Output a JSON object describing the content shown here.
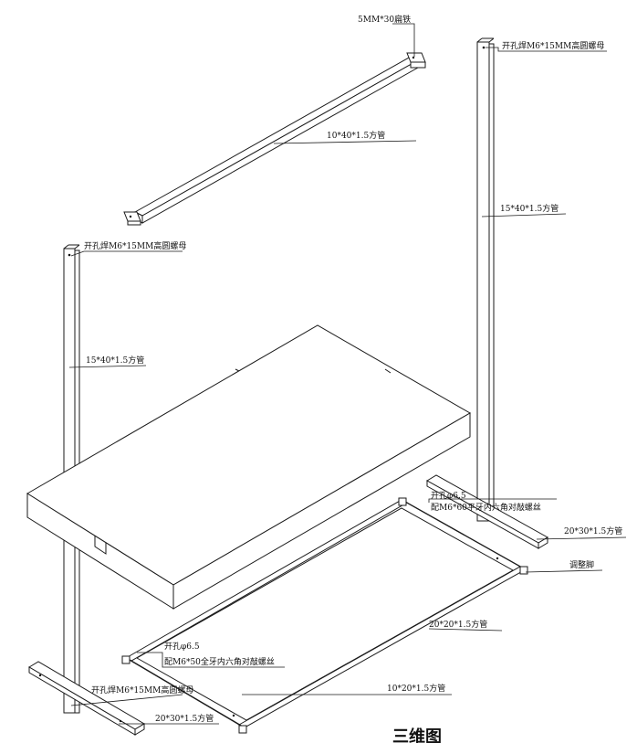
{
  "labels": {
    "flat_iron": "5MM*30扁铁",
    "cross_tube": "10*40*1.5方管",
    "nut_right": "开孔焊M6*15MM高圆螺母",
    "post_right": "15*40*1.5方管",
    "nut_left_top": "开孔焊M6*15MM高圆螺母",
    "post_left": "15*40*1.5方管",
    "hole_right": "开孔φ6.5",
    "screw_right": "配M6*60平牙内六角对敲螺丝",
    "foot_right": "20*30*1.5方管",
    "adjust_foot": "调整脚",
    "frame_tube": "20*20*1.5方管",
    "hole_left": "开孔φ6.5",
    "screw_left": "配M6*50全牙内六角对敲螺丝",
    "frame_side": "10*20*1.5方管",
    "nut_left_bottom": "开孔焊M6*15MM高圆螺母",
    "foot_left": "20*30*1.5方管"
  },
  "title": "三维图"
}
